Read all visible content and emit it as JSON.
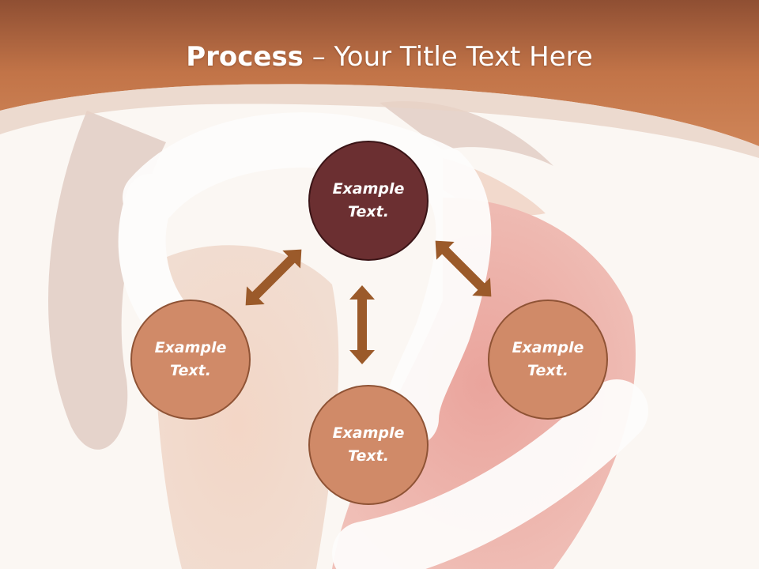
{
  "slide": {
    "title_bold": "Process",
    "title_rest": " – Your Title Text Here"
  },
  "diagram": {
    "center_node": {
      "line1": "Example",
      "line2": "Text."
    },
    "left_node": {
      "line1": "Example",
      "line2": "Text."
    },
    "bottom_node": {
      "line1": "Example",
      "line2": "Text."
    },
    "right_node": {
      "line1": "Example",
      "line2": "Text."
    }
  },
  "colors": {
    "header": "#c77a4e",
    "center_node": "#6b2f31",
    "outer_nodes": "#d08a68",
    "arrows": "#9b5a2a"
  },
  "icons": [
    "double-arrow-icon"
  ]
}
